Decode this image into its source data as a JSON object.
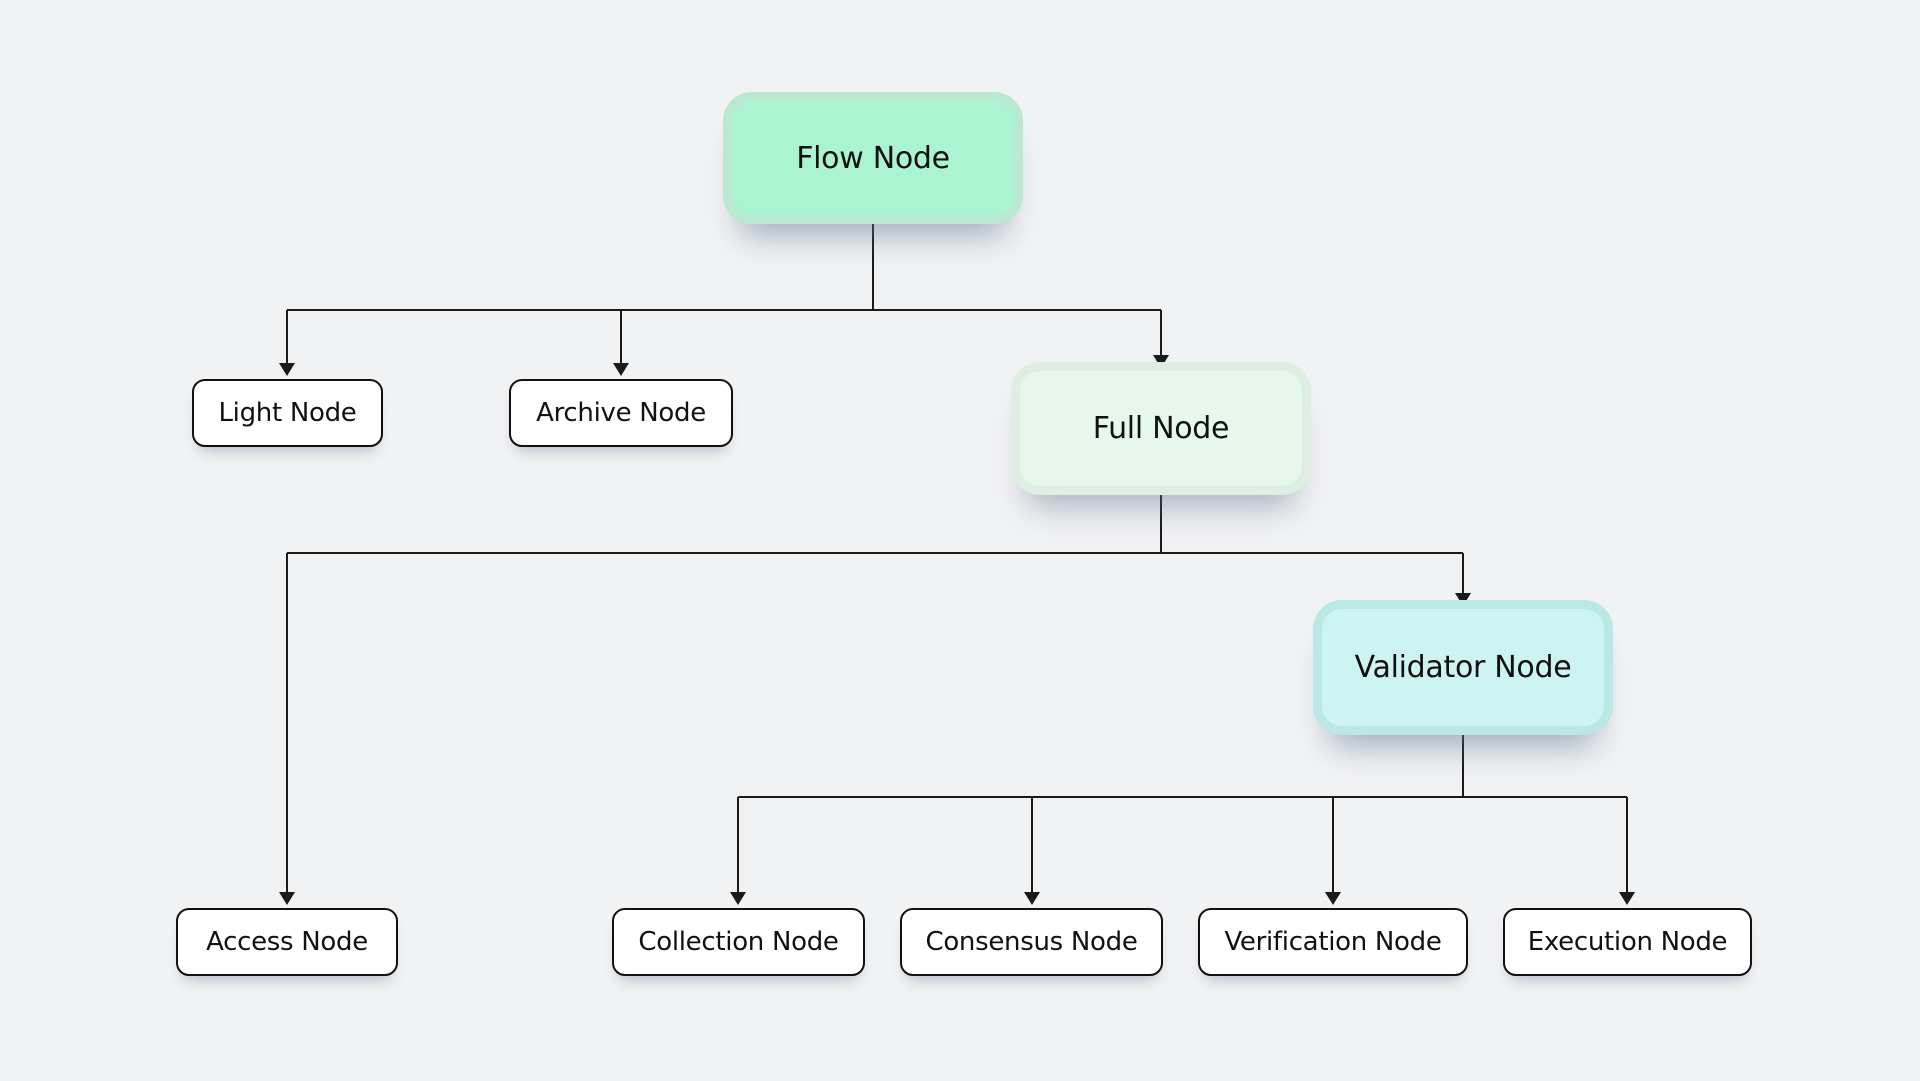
{
  "diagram": {
    "description": "Flow blockchain node types hierarchy",
    "colors": {
      "background": "#f1f2f4",
      "connector": "#1a1a1a",
      "text": "#111111",
      "flow_fill": "#aaf4d2",
      "flow_ring": "#b9e9d0",
      "full_fill": "#e6f7ec",
      "full_ring": "#deeee3",
      "validator_fill": "#cdf4f1",
      "validator_ring": "#b9e8e5",
      "leaf_fill": "#ffffff",
      "leaf_border": "#111111"
    }
  },
  "nodes": {
    "flow": {
      "label": "Flow Node",
      "level": 1,
      "style": "mint-green"
    },
    "light": {
      "label": "Light Node",
      "level": 2,
      "style": "white-outline"
    },
    "archive": {
      "label": "Archive Node",
      "level": 2,
      "style": "white-outline"
    },
    "full": {
      "label": "Full Node",
      "level": 2,
      "style": "pale-green"
    },
    "access": {
      "label": "Access Node",
      "level": 3,
      "style": "white-outline"
    },
    "validator": {
      "label": "Validator Node",
      "level": 3,
      "style": "cyan"
    },
    "collection": {
      "label": "Collection Node",
      "level": 4,
      "style": "white-outline"
    },
    "consensus": {
      "label": "Consensus Node",
      "level": 4,
      "style": "white-outline"
    },
    "verification": {
      "label": "Verification Node",
      "level": 4,
      "style": "white-outline"
    },
    "execution": {
      "label": "Execution Node",
      "level": 4,
      "style": "white-outline"
    }
  },
  "edges": [
    {
      "from": "Flow Node",
      "to": "Light Node"
    },
    {
      "from": "Flow Node",
      "to": "Archive Node"
    },
    {
      "from": "Flow Node",
      "to": "Full Node"
    },
    {
      "from": "Full Node",
      "to": "Access Node"
    },
    {
      "from": "Full Node",
      "to": "Validator Node"
    },
    {
      "from": "Validator Node",
      "to": "Collection Node"
    },
    {
      "from": "Validator Node",
      "to": "Consensus Node"
    },
    {
      "from": "Validator Node",
      "to": "Verification Node"
    },
    {
      "from": "Validator Node",
      "to": "Execution Node"
    }
  ]
}
